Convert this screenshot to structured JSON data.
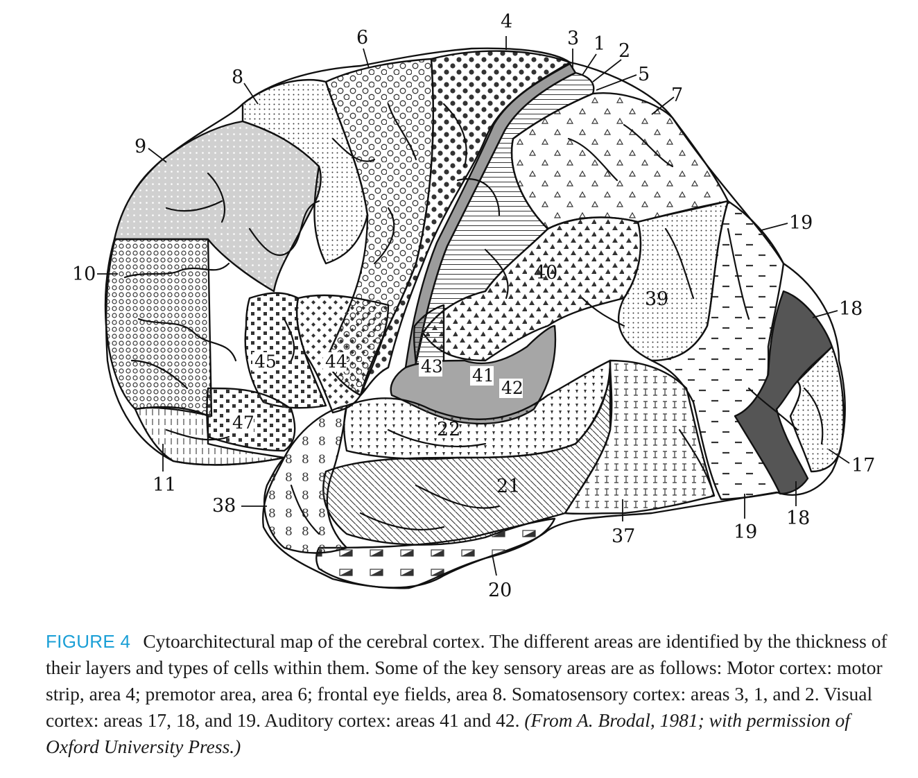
{
  "figure": {
    "area_labels": [
      "1",
      "2",
      "3",
      "4",
      "5",
      "6",
      "7",
      "8",
      "9",
      "10",
      "11",
      "17",
      "18",
      "18",
      "19",
      "19",
      "20",
      "21",
      "22",
      "37",
      "38",
      "39",
      "40",
      "41",
      "42",
      "43",
      "44",
      "45",
      "47"
    ],
    "colors": {
      "outline": "#111111",
      "motor_strip": "#9c9c9c",
      "visual_18": "#555555",
      "auditory_41_42": "#a6a6a6",
      "prefrontal_9": "#d0d0d0",
      "caption_label": "#1a9fd6"
    }
  },
  "caption": {
    "label": "FIGURE 4",
    "text": "Cytoarchitectural map of the cerebral cortex. The different areas are identified by the thickness of their layers and types of cells within them. Some of the key sensory areas are as follows: Motor cortex: motor strip, area 4; premotor area, area 6; frontal eye fields, area 8. Somatosensory cortex: areas 3, 1, and 2. Visual cortex: areas 17, 18, and 19. Auditory cortex: areas 41 and 42.",
    "credit": "(From A. Brodal, 1981; with permission of Oxford University Press.)"
  }
}
